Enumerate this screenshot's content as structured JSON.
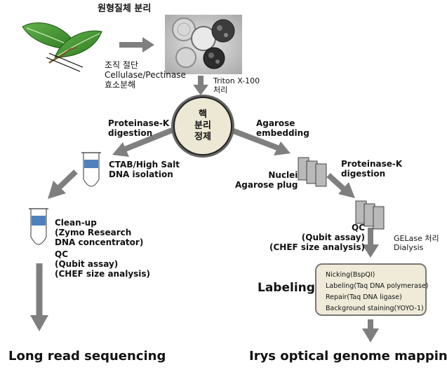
{
  "title_protoplast": "원형질체 분리",
  "tissue_cut": "조직 절단\nCellulase/Pectinase\n효소분해",
  "triton": "Triton X-100\n처리",
  "nucleus": [
    "핵",
    "분리",
    "정제"
  ],
  "left_branch": {
    "label": "Proteinase-K\ndigestion",
    "ctab": "CTAB/High Salt\nDNA isolation",
    "cleanup": "Clean-up\n(Zymo Research\nDNA concentrator)",
    "qc": "QC\n(Qubit assay)\n(CHEF size analysis)",
    "final": "Long read sequencing"
  },
  "right_branch": {
    "label": "Agarose\nembedding",
    "plug": "Nuclei\nAgarose plug",
    "prot": "Proteinase-K\ndigestion",
    "qc": "QC\n(Qubit assay)\n(CHEF size analysis)",
    "gelase": "GELase 처리\nDialysis",
    "labeling": "Labeling",
    "steps": [
      "Nicking(BspQI)",
      "Labeling(Taq DNA polymerase)",
      "Repair(Taq DNA ligase)",
      "Background staining(YOYO-1)"
    ],
    "final": "Irys optical genome mapping"
  },
  "colors": {
    "arrow": "#7f7f7f",
    "leaf": "#3a8a2a",
    "tube_fill": "#4f81bd",
    "box_fill": "#efebd8"
  }
}
